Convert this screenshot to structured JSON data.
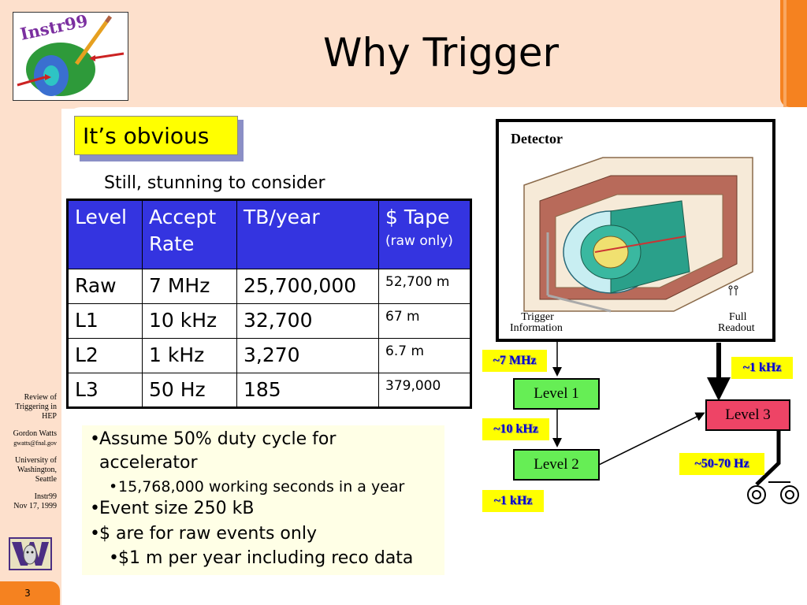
{
  "slide": {
    "title": "Why Trigger",
    "page_number": "3"
  },
  "logo": {
    "text": "Instr99"
  },
  "sidebar": {
    "line1": "Review of",
    "line2": "Triggering in",
    "line3": "HEP",
    "author": "Gordon Watts",
    "email": "gwatts@fnal.gov",
    "aff1": "University of",
    "aff2": "Washington,",
    "aff3": "Seattle",
    "conf": "Instr99",
    "date": "Nov 17, 1999"
  },
  "callout": "It’s obvious",
  "subtitle": "Still, stunning to consider",
  "table": {
    "headers": {
      "level": "Level",
      "accept_1": "Accept",
      "accept_2": "Rate",
      "tb": "TB/year",
      "tape": "$ Tape",
      "tape_note": "(raw only)"
    },
    "rows": [
      {
        "level": "Raw",
        "rate": "7 MHz",
        "tb": "25,700,000",
        "tape": "52,700 m"
      },
      {
        "level": "L1",
        "rate": "10 kHz",
        "tb": "32,700",
        "tape": "67 m"
      },
      {
        "level": "L2",
        "rate": "1 kHz",
        "tb": "3,270",
        "tape": "6.7 m"
      },
      {
        "level": "L3",
        "rate": "50 Hz",
        "tb": "185",
        "tape": "379,000"
      }
    ]
  },
  "bullets": {
    "b1_line1": "Assume 50% duty cycle for",
    "b1_line2": "accelerator",
    "b1_sub": "15,768,000 working seconds in a year",
    "b2": "Event size 250 kB",
    "b3": "$ are for raw events only",
    "b3_sub": "$1 m per year including reco data"
  },
  "diagram": {
    "detector_label": "Detector",
    "trigger_info_1": "Trigger",
    "trigger_info_2": "Information",
    "full_readout_1": "Full",
    "full_readout_2": "Readout",
    "rate_7mhz": "~7 MHz",
    "rate_1khz_top": "~1 kHz",
    "level1": "Level 1",
    "rate_10khz": "~10 kHz",
    "level2": "Level 2",
    "rate_1khz_bottom": "~1 kHz",
    "level3": "Level 3",
    "rate_50_70hz": "~50-70 Hz"
  },
  "colors": {
    "band": "#fde0cc",
    "accent_orange": "#f58220",
    "table_header": "#3434e0",
    "callout_yellow": "#ffff00",
    "level_green": "#66ee55",
    "level_red": "#ee4466",
    "rate_text": "#0000cc"
  }
}
